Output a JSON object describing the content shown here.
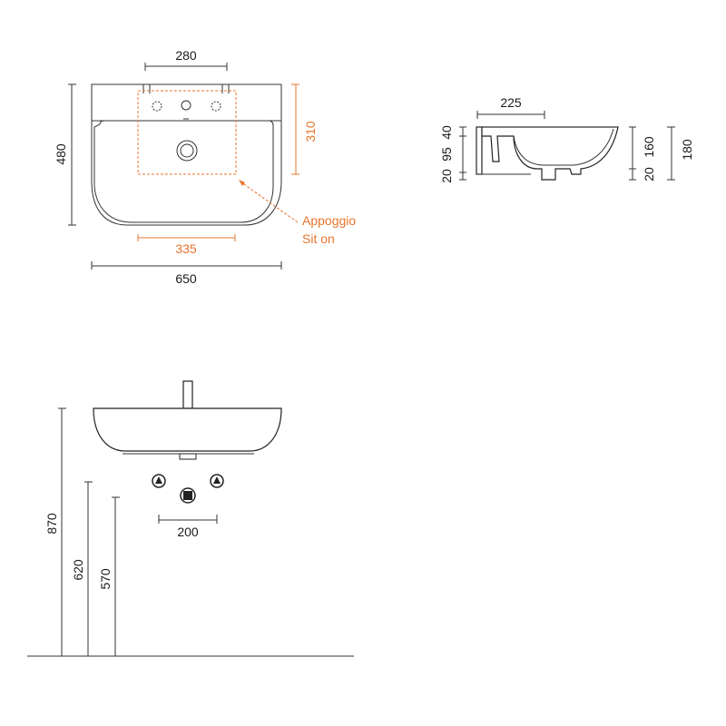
{
  "top_view": {
    "width_dim": "280",
    "height_dim": "480",
    "tap_zone_height_dim": "310",
    "inner_width_dim": "335",
    "overall_width_dim": "650",
    "support_label_it": "Appoggio",
    "support_label_en": "Sit on"
  },
  "section_view": {
    "depth_dim": "225",
    "dim_40": "40",
    "dim_95": "95",
    "dim_20_left": "20",
    "dim_160": "160",
    "dim_20_right": "20",
    "dim_180": "180"
  },
  "front_view": {
    "height_870": "870",
    "height_620": "620",
    "height_570": "570",
    "spacing_200": "200"
  },
  "colors": {
    "accent": "#e8742c",
    "line": "#333333"
  }
}
